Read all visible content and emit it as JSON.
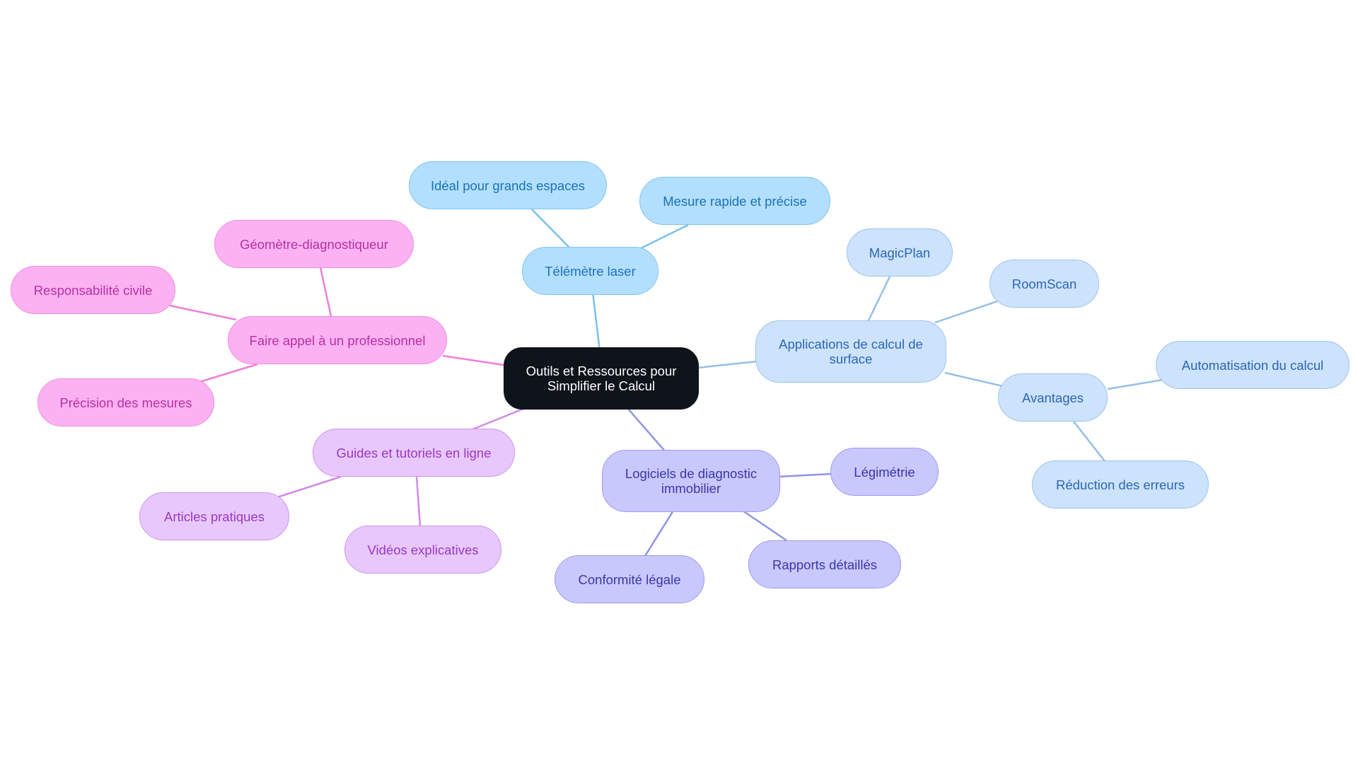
{
  "diagram": {
    "root": "Outils et Ressources pour Simplifier le Calcul",
    "branches": {
      "telemetre": {
        "label": "Télémètre laser",
        "children": [
          "Idéal pour grands espaces",
          "Mesure rapide et précise"
        ]
      },
      "applications": {
        "label": "Applications de calcul de surface",
        "children": [
          "MagicPlan",
          "RoomScan"
        ],
        "avantages": {
          "label": "Avantages",
          "children": [
            "Automatisation du calcul",
            "Réduction des erreurs"
          ]
        }
      },
      "logiciels": {
        "label": "Logiciels de diagnostic immobilier",
        "children": [
          "Légimétrie",
          "Rapports détaillés",
          "Conformité légale"
        ]
      },
      "guides": {
        "label": "Guides et tutoriels en ligne",
        "children": [
          "Articles pratiques",
          "Vidéos explicatives"
        ]
      },
      "professionnel": {
        "label": "Faire appel à un professionnel",
        "children": [
          "Géomètre-diagnostiqueur",
          "Responsabilité civile",
          "Précision des mesures"
        ]
      }
    }
  },
  "colors": {
    "root_bg": "#0f131a",
    "telemetre_line": "#7cc0ea",
    "applications_line": "#94bfe8",
    "logiciels_line": "#8f93e6",
    "guides_line": "#d08ae6",
    "professionnel_line": "#f07dd9"
  }
}
